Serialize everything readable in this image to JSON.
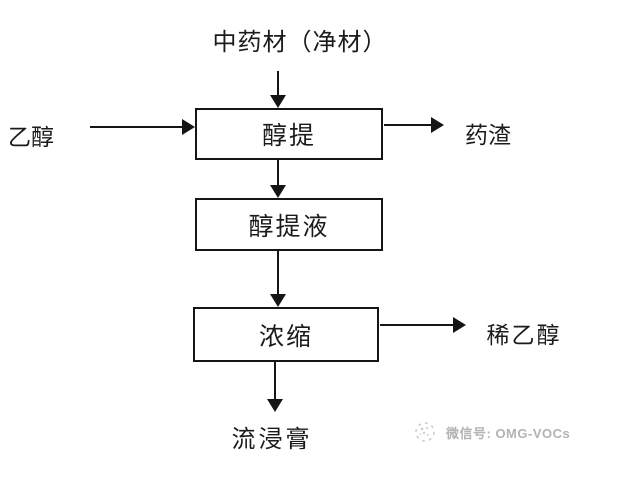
{
  "diagram": {
    "title": "中药材（净材）",
    "input_label": "乙醇",
    "process_boxes": {
      "extraction": "醇提",
      "extract_liquid": "醇提液",
      "concentration": "浓缩"
    },
    "outputs": {
      "residue": "药渣",
      "dilute_ethanol": "稀乙醇",
      "fluid_extract": "流浸膏"
    }
  },
  "watermark": {
    "icon": "wechat-logo-icon",
    "text": "微信号: OMG-VOCs"
  },
  "colors": {
    "line": "#151515",
    "text": "#1b1b1b",
    "watermark": "#b4b2b2",
    "background": "#ffffff"
  }
}
